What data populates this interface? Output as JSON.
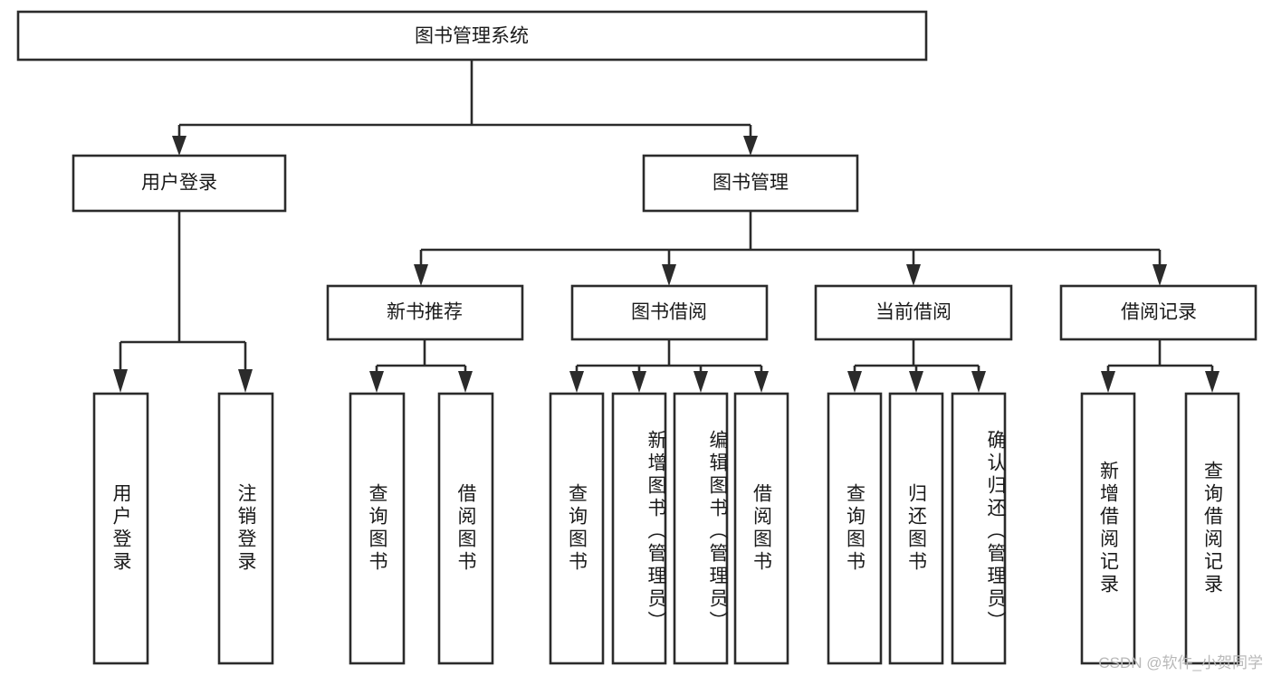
{
  "diagram": {
    "type": "hierarchy-tree",
    "title_node": {
      "label": "图书管理系统"
    },
    "level2": [
      {
        "id": "user-login",
        "label": "用户登录"
      },
      {
        "id": "book-management",
        "label": "图书管理"
      }
    ],
    "level3": [
      {
        "id": "new-book-recommend",
        "label": "新书推荐",
        "parent": "book-management"
      },
      {
        "id": "book-borrow",
        "label": "图书借阅",
        "parent": "book-management"
      },
      {
        "id": "current-borrow",
        "label": "当前借阅",
        "parent": "book-management"
      },
      {
        "id": "borrow-record",
        "label": "借阅记录",
        "parent": "book-management"
      }
    ],
    "leaves": {
      "user-login": [
        {
          "id": "leaf-user-login",
          "label": "用户登录"
        },
        {
          "id": "leaf-logout-login",
          "label": "注销登录"
        }
      ],
      "new-book-recommend": [
        {
          "id": "leaf-query-book-1",
          "label": "查询图书"
        },
        {
          "id": "leaf-borrow-book-1",
          "label": "借阅图书"
        }
      ],
      "book-borrow": [
        {
          "id": "leaf-query-book-2",
          "label": "查询图书"
        },
        {
          "id": "leaf-add-book",
          "label": "新增图书（管理员）"
        },
        {
          "id": "leaf-edit-book",
          "label": "编辑图书（管理员）"
        },
        {
          "id": "leaf-borrow-book-2",
          "label": "借阅图书"
        }
      ],
      "current-borrow": [
        {
          "id": "leaf-query-book-3",
          "label": "查询图书"
        },
        {
          "id": "leaf-return-book",
          "label": "归还图书"
        },
        {
          "id": "leaf-confirm-return",
          "label": "确认归还（管理员）"
        }
      ],
      "borrow-record": [
        {
          "id": "leaf-add-record",
          "label": "新增借阅记录"
        },
        {
          "id": "leaf-query-record",
          "label": "查询借阅记录"
        }
      ]
    }
  },
  "watermark": {
    "text": "CSDN @软件_小贺同学"
  },
  "colors": {
    "box_stroke": "#2b2b2b",
    "box_fill": "#ffffff",
    "text": "#1a1a1a",
    "watermark": "#b9b9b9",
    "background": "#ffffff"
  }
}
